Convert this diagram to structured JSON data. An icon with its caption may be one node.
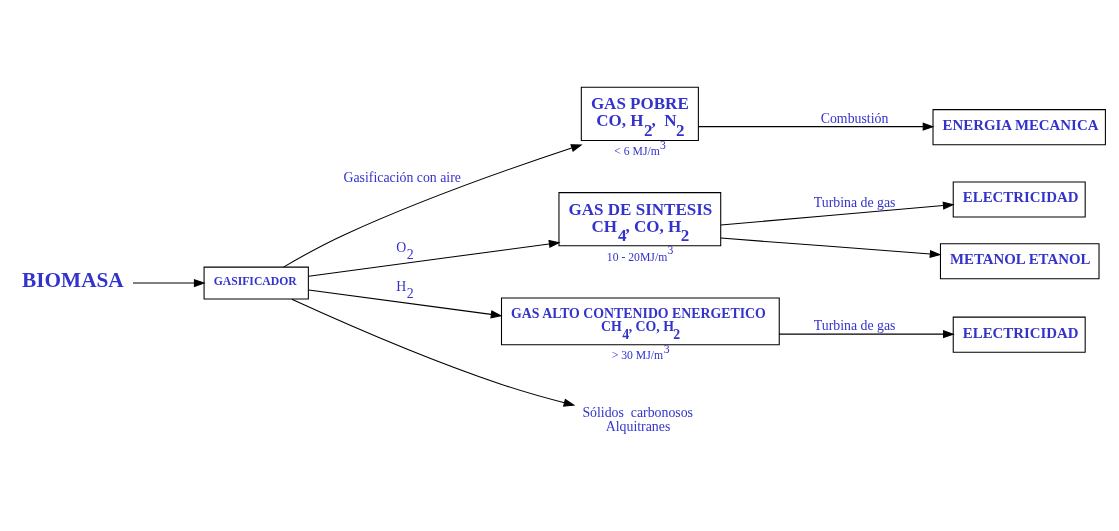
{
  "diagram": {
    "nodes": [
      {
        "text": [
          "BIOMASA"
        ]
      },
      {
        "text": [
          "GASIFICADOR"
        ]
      },
      {
        "text": [
          "GAS POBRE",
          "CO, H$_{2}$,  N$_{2}$"
        ],
        "beside": [
          "< 6 MJ/m$^{3}$"
        ]
      },
      {
        "text": [
          "ENERGIA MECANICA"
        ]
      },
      {
        "text": [
          "GAS DE SINTESIS",
          "CH$_{4}$, CO, H$_{2}$"
        ],
        "beside": [
          "10 - 20MJ/m$^{3}$"
        ]
      },
      {
        "text": [
          "ELECTRICIDAD"
        ]
      },
      {
        "text": [
          "METANOL ETANOL"
        ]
      },
      {
        "text": [
          "GAS ALTO CONTENIDO ENERGETICO",
          "CH$_{4}$, CO, H$_{2}$"
        ],
        "beside": [
          "> 30 MJ/m$^{3}$"
        ]
      },
      {
        "text": [
          "ELECTRICIDAD"
        ]
      },
      {
        "text": [
          "Sólidos  carbonosos",
          "Alquitranes"
        ]
      }
    ],
    "edges": [
      {
        "from": 0,
        "to": 1,
        "arrow": "to"
      },
      {
        "from": 1,
        "to": 2,
        "arrow": "to",
        "label": "Gasificación con aire"
      },
      {
        "from": 1,
        "to": 4,
        "arrow": "to",
        "label": "O$_{2}$"
      },
      {
        "from": 1,
        "to": 7,
        "arrow": "to",
        "label": "H$_{2}$"
      },
      {
        "from": 1,
        "to": 9,
        "arrow": "to"
      },
      {
        "from": 2,
        "to": 3,
        "arrow": "to",
        "label": "Combustión"
      },
      {
        "from": 4,
        "to": 5,
        "arrow": "to",
        "label": "Turbina de gas"
      },
      {
        "from": 4,
        "to": 6,
        "arrow": "to"
      },
      {
        "from": 7,
        "to": 8,
        "arrow": "to",
        "label": "Turbina de gas"
      }
    ]
  }
}
